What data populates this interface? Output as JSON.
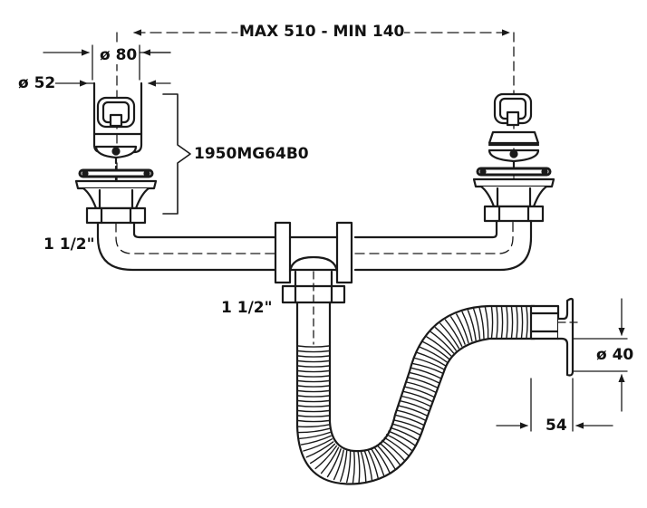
{
  "diagram": {
    "labels": {
      "spacing": "MAX 510 - MIN 140",
      "dia_80": "ø 80",
      "dia_52": "ø 52",
      "part_number": "1950MG64B0",
      "thread_left": "1 1/2\"",
      "thread_center": "1 1/2\"",
      "dia_40": "ø 40",
      "length_54": "54"
    },
    "colors": {
      "line": "#1a1a1a",
      "fill": "#ffffff",
      "hatch": "#333333"
    }
  }
}
